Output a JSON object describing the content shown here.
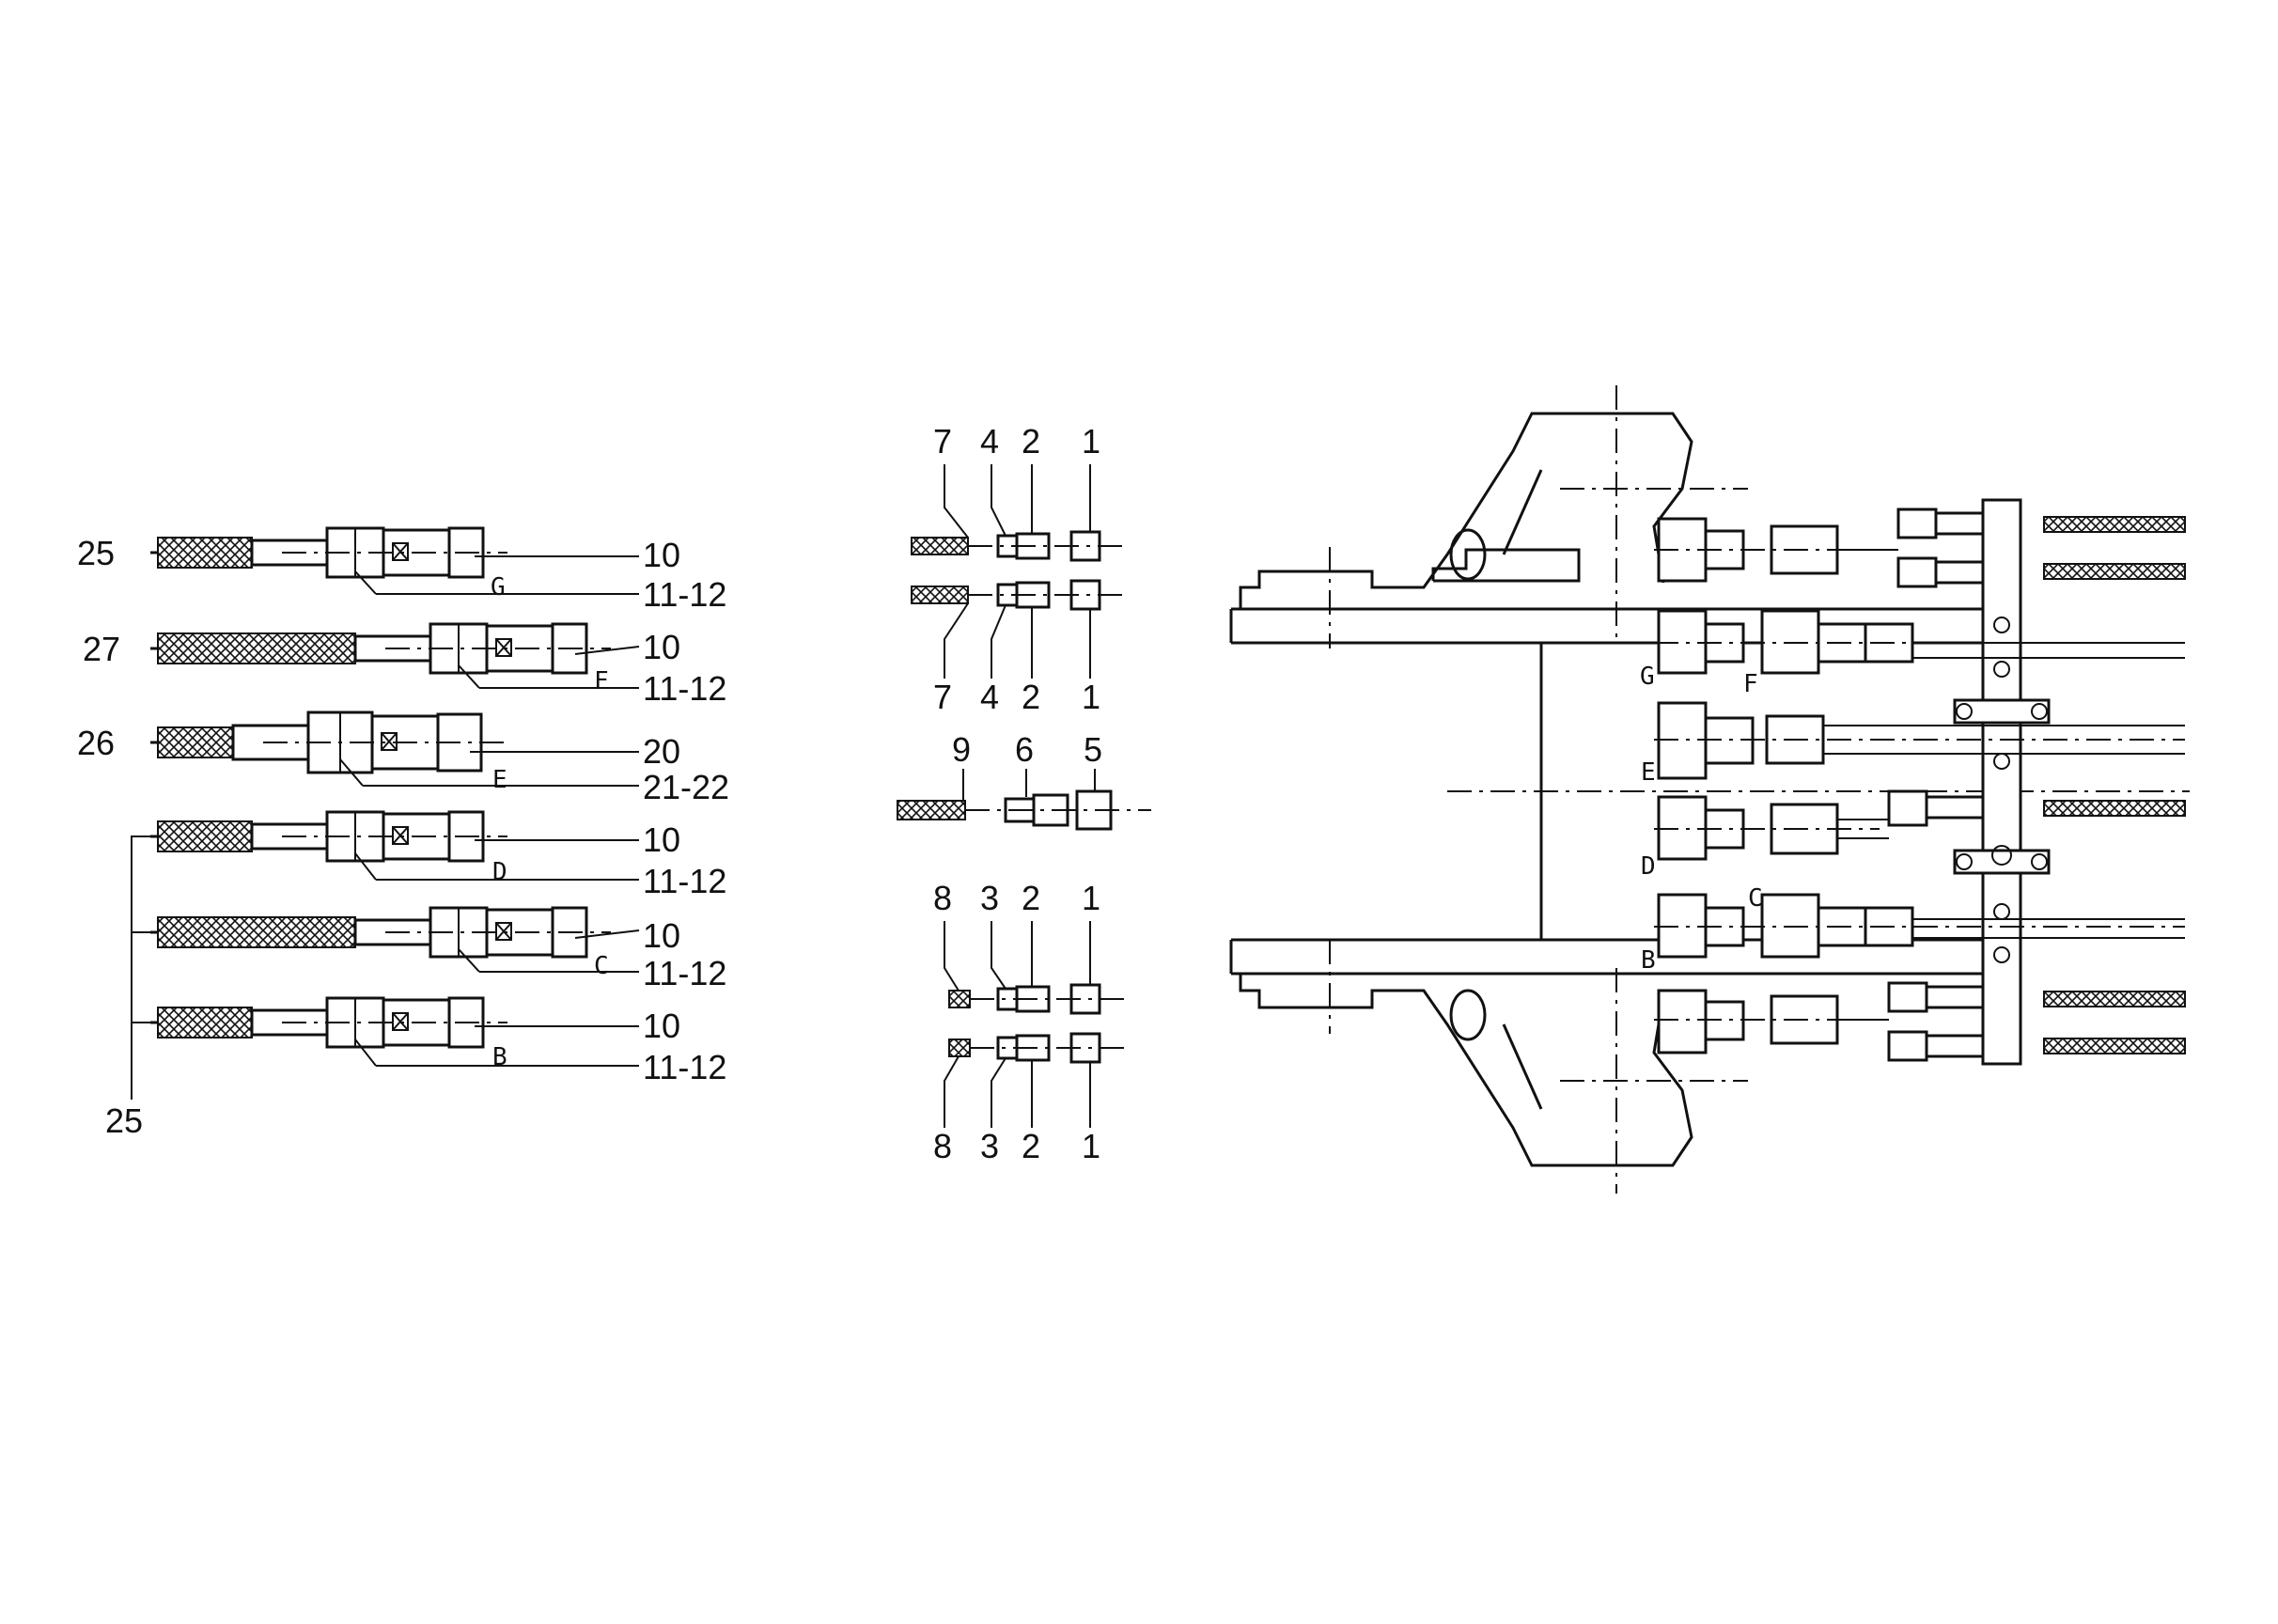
{
  "left_group": {
    "hoses": [
      {
        "id": "G",
        "left_label": "25",
        "top_label": "10",
        "bottom_label": "11-12",
        "letter": "G"
      },
      {
        "id": "F",
        "left_label": "27",
        "top_label": "10",
        "bottom_label": "11-12",
        "letter": "F"
      },
      {
        "id": "E",
        "left_label": "26",
        "top_label": "20",
        "bottom_label": "21-22",
        "letter": "E"
      },
      {
        "id": "D",
        "left_label": "",
        "top_label": "10",
        "bottom_label": "11-12",
        "letter": "D"
      },
      {
        "id": "C",
        "left_label": "",
        "top_label": "10",
        "bottom_label": "11-12",
        "letter": "C"
      },
      {
        "id": "B",
        "left_label": "",
        "top_label": "10",
        "bottom_label": "11-12",
        "letter": "B"
      }
    ],
    "bracket_label": "25"
  },
  "middle_group": {
    "pair_top": {
      "labels_above": [
        "7",
        "4",
        "2",
        "1"
      ],
      "labels_below": [
        "7",
        "4",
        "2",
        "1"
      ]
    },
    "single": {
      "labels_above": [
        "9",
        "6",
        "5"
      ]
    },
    "pair_bottom": {
      "labels_above": [
        "8",
        "3",
        "2",
        "1"
      ],
      "labels_below": [
        "8",
        "3",
        "2",
        "1"
      ]
    }
  },
  "right_group": {
    "letters": [
      "G",
      "F",
      "E",
      "D",
      "C",
      "B"
    ]
  }
}
